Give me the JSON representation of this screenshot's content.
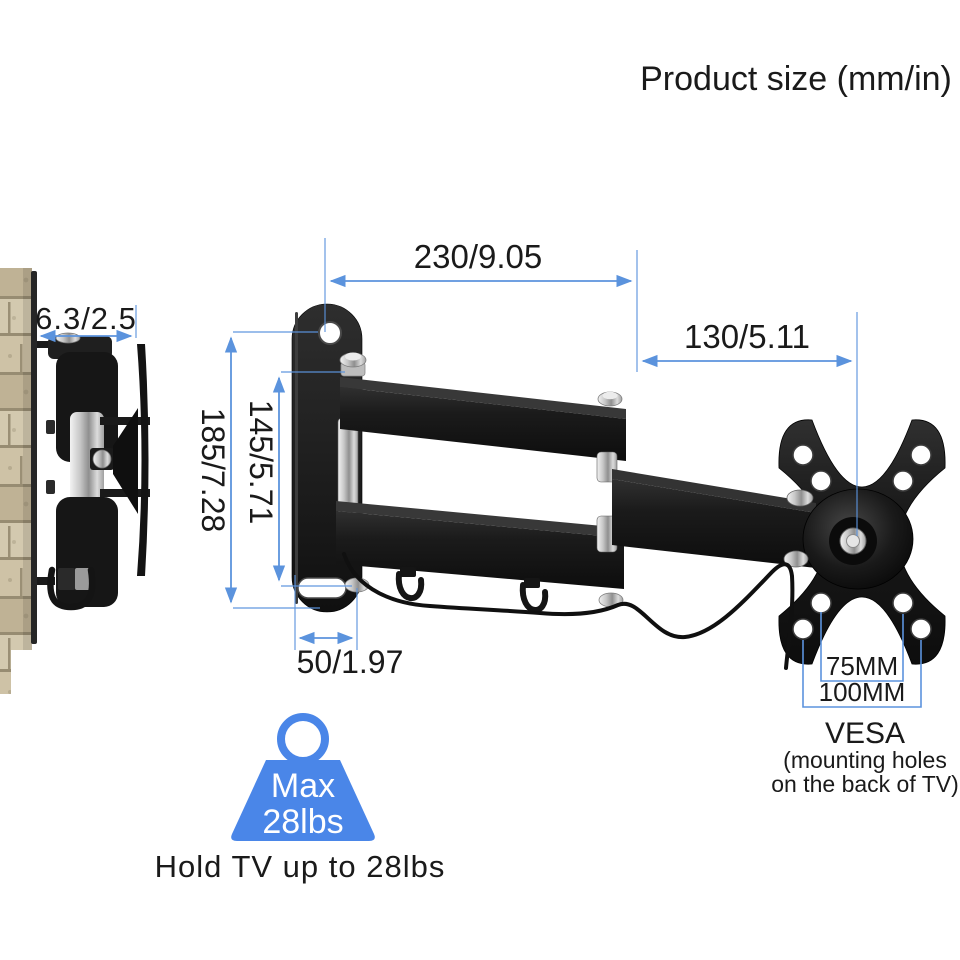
{
  "title": "Product size (mm/in)",
  "dimensions": {
    "arm_length": "230/9.05",
    "forearm_length": "130/5.11",
    "wall_profile": "6.3/2.5",
    "plate_height": "185/7.28",
    "arm_spacing": "145/5.71",
    "plate_width": "50/1.97",
    "vesa_inner": "75MM",
    "vesa_outer": "100MM"
  },
  "vesa_note": {
    "heading": "VESA",
    "line1": "(mounting holes",
    "line2": "on the back of TV)"
  },
  "weight_badge": {
    "line1": "Max",
    "line2": "28lbs",
    "caption": "Hold TV up to 28lbs"
  },
  "colors": {
    "dimension_blue": "#5b93dd",
    "badge_blue": "#4a86e8",
    "ink": "#1a1a1a",
    "metal_black": "#141414",
    "wall_tan": "#c9bda0"
  }
}
